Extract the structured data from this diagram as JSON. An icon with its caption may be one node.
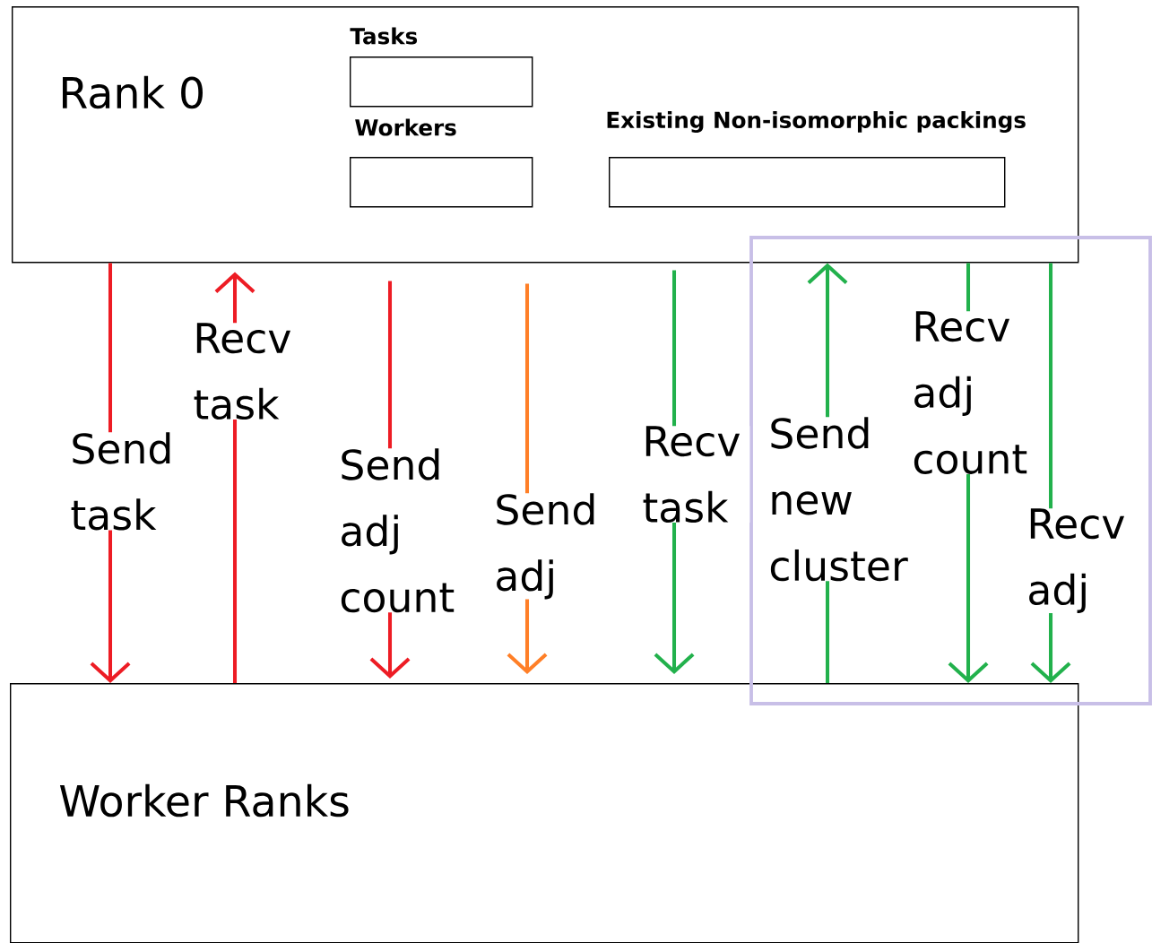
{
  "diagram": {
    "nodes": [
      {
        "text": [
          "Rank 0"
        ]
      },
      {
        "text": [
          "Tasks"
        ],
        "in": 0
      },
      {
        "text": [
          "Workers"
        ],
        "in": 0
      },
      {
        "text": [
          "Existing Non-isomorphic packings"
        ],
        "in": 0
      },
      {
        "text": [
          "Worker Ranks"
        ]
      }
    ],
    "edges": [
      {
        "from": 0,
        "to": 4,
        "arrow": "to",
        "label": "Send task",
        "color": "#ed1c24"
      },
      {
        "from": 4,
        "to": 0,
        "arrow": "to",
        "label": "Recv task",
        "color": "#ed1c24"
      },
      {
        "from": 0,
        "to": 4,
        "arrow": "to",
        "label": "Send adj count",
        "color": "#ed1c24"
      },
      {
        "from": 0,
        "to": 4,
        "arrow": "to",
        "label": "Send adj",
        "color": "#ff7f27"
      },
      {
        "from": 0,
        "to": 4,
        "arrow": "to",
        "label": "Recv task",
        "color": "#22b14c"
      },
      {
        "from": 4,
        "to": 0,
        "arrow": "to",
        "label": "Send new cluster",
        "color": "#22b14c"
      },
      {
        "from": 0,
        "to": 4,
        "arrow": "to",
        "label": "Recv adj count",
        "color": "#22b14c"
      },
      {
        "from": 0,
        "to": 4,
        "arrow": "to",
        "label": "Recv adj",
        "color": "#22b14c"
      }
    ]
  }
}
